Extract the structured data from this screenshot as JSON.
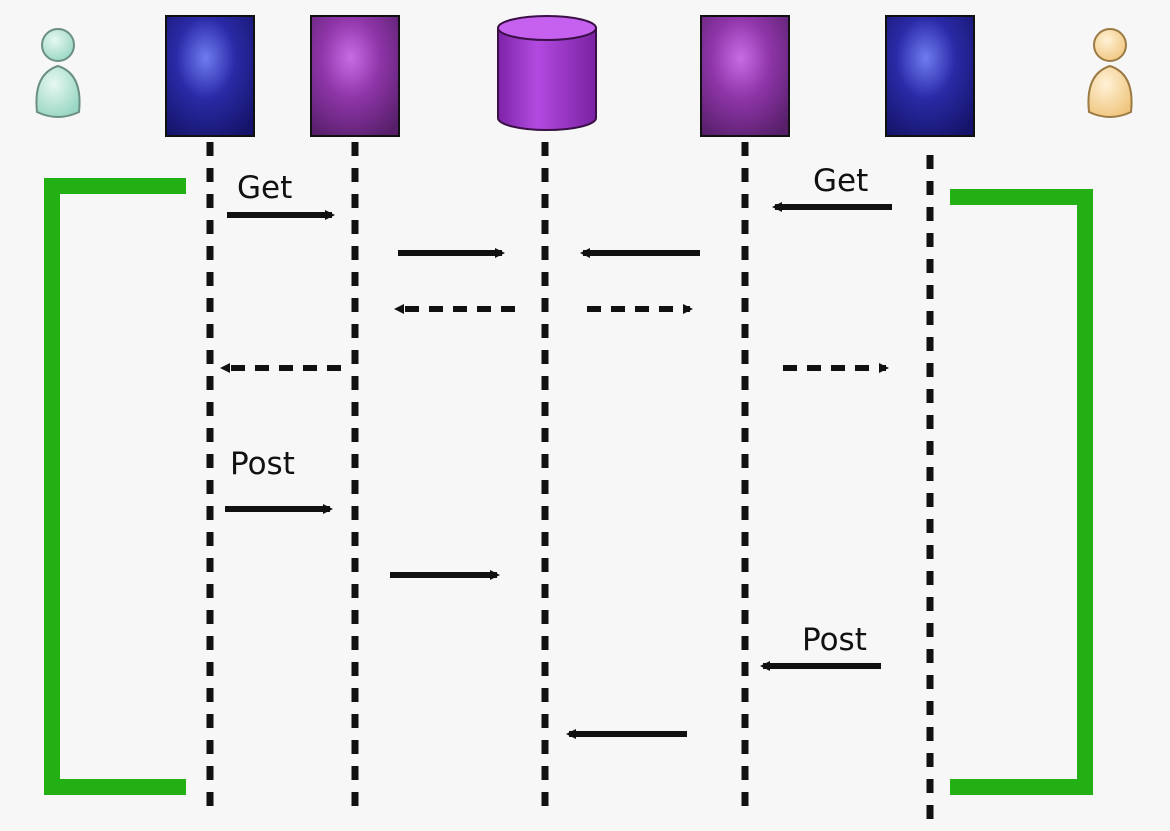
{
  "colors": {
    "background": "#f7f7f7",
    "bracket": "#22b014",
    "arrow": "#111111",
    "lifeline": "#111111",
    "client_box": "#2a2aa6",
    "server_box": "#8e35a8",
    "database": "#a43ad2",
    "user_left": "#a9dfcf",
    "user_right": "#f6d49a"
  },
  "participants": [
    {
      "id": "user-left",
      "kind": "actor",
      "icon": "person-icon",
      "color": "#a9dfcf"
    },
    {
      "id": "client-left",
      "kind": "box",
      "icon": "client-box-icon",
      "color": "#2a2aa6"
    },
    {
      "id": "server-left",
      "kind": "box",
      "icon": "server-box-icon",
      "color": "#8e35a8"
    },
    {
      "id": "database",
      "kind": "cylinder",
      "icon": "database-icon",
      "color": "#a43ad2"
    },
    {
      "id": "server-right",
      "kind": "box",
      "icon": "server-box-icon",
      "color": "#8e35a8"
    },
    {
      "id": "client-right",
      "kind": "box",
      "icon": "client-box-icon",
      "color": "#2a2aa6"
    },
    {
      "id": "user-right",
      "kind": "actor",
      "icon": "person-icon",
      "color": "#f6d49a"
    }
  ],
  "messages": {
    "get_left": "Get",
    "get_right": "Get",
    "post_left": "Post",
    "post_right": "Post"
  }
}
